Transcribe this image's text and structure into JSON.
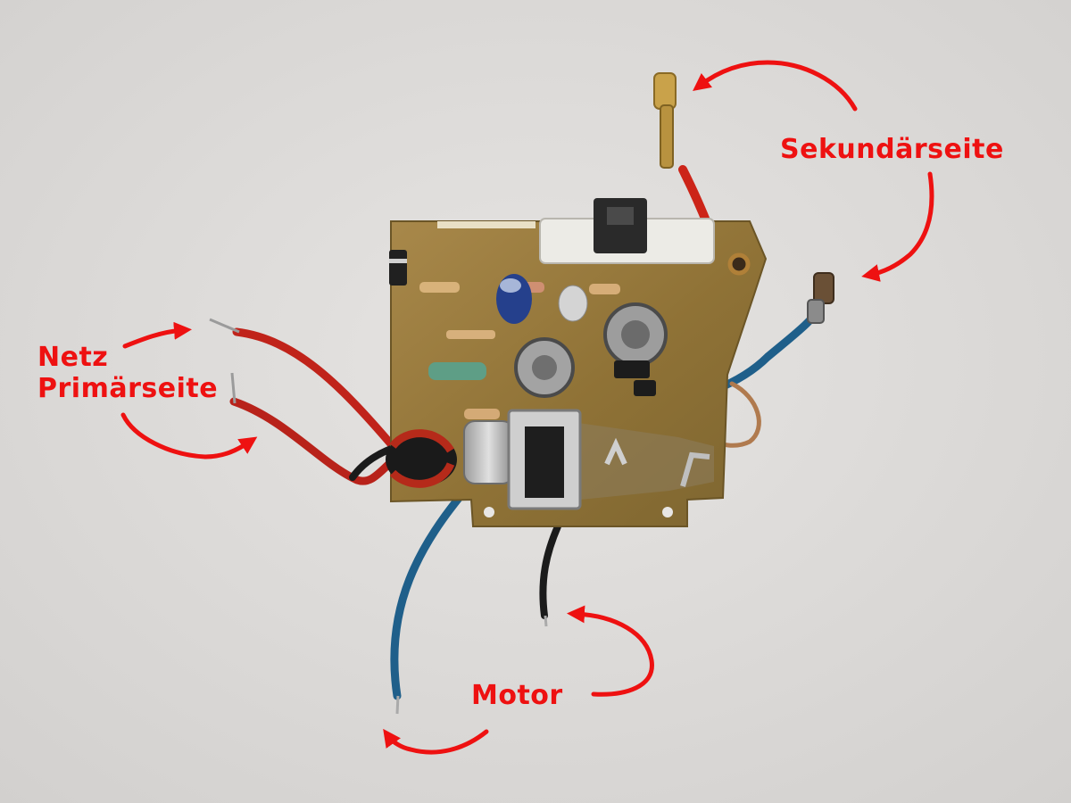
{
  "photo": {
    "labels": {
      "netz": "Netz",
      "primaer": "Primärseite",
      "sekundaer": "Sekundärseite",
      "motor": "Motor"
    },
    "colors": {
      "annotation": "#ee1111",
      "background": "#dedcda",
      "pcb": "#9a7b3c",
      "wire_red": "#cc2418",
      "wire_blue": "#1f5f8a",
      "wire_black": "#1b1b1b"
    },
    "icons": [
      "arrow-icon"
    ]
  }
}
